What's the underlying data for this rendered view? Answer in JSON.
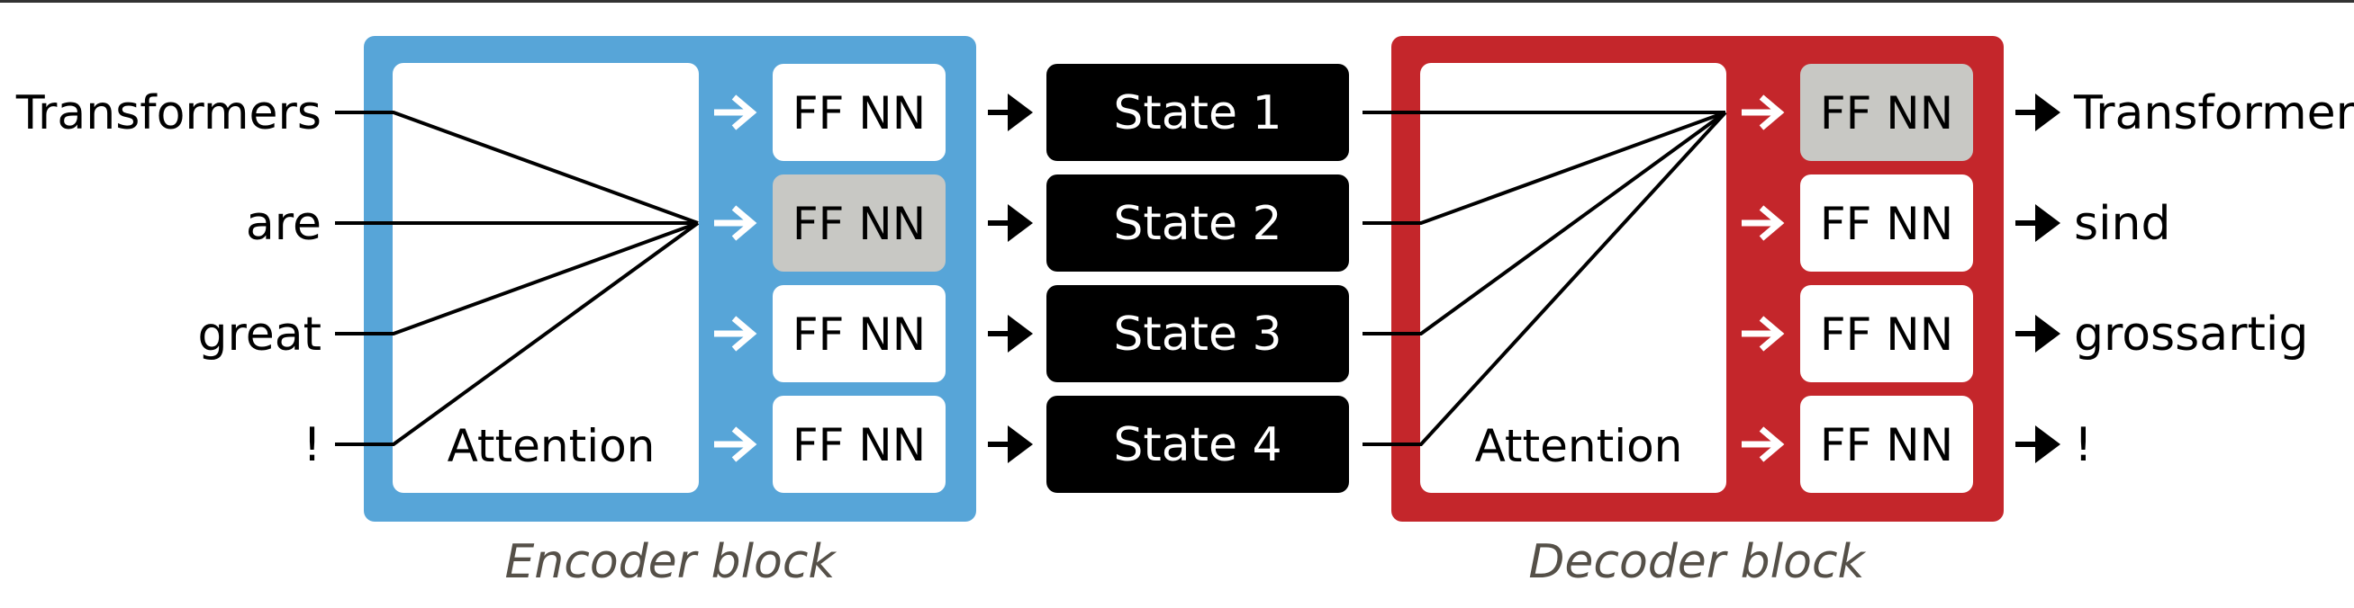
{
  "inputs": [
    "Transformers",
    "are",
    "great",
    "!"
  ],
  "encoder": {
    "caption": "Encoder block",
    "attention_label": "Attention",
    "ffnn_labels": [
      "FF NN",
      "FF NN",
      "FF NN",
      "FF NN"
    ],
    "highlighted_ffnn_row": 1
  },
  "states": [
    "State 1",
    "State 2",
    "State 3",
    "State 4"
  ],
  "decoder": {
    "caption": "Decoder block",
    "attention_label": "Attention",
    "ffnn_labels": [
      "FF NN",
      "FF NN",
      "FF NN",
      "FF NN"
    ],
    "highlighted_ffnn_row": 0
  },
  "outputs": [
    "Transformer",
    "sind",
    "grossartig",
    "!"
  ],
  "colors": {
    "encoder_bg": "#57a5d8",
    "decoder_bg": "#c4262b",
    "state_bg": "#000000",
    "highlight_box": "#c8c8c4",
    "caption_text": "#555048"
  }
}
